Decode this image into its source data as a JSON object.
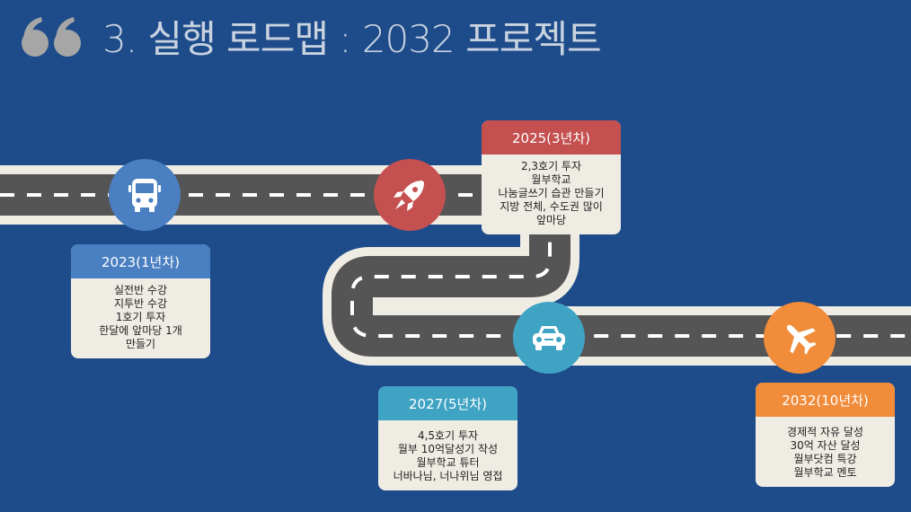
{
  "slide": {
    "title": "3. 실행 로드맵 : 2032 프로젝트",
    "quote_icon": "double-quote-icon"
  },
  "colors": {
    "background": "#1e4c8b",
    "road_border": "#efece4",
    "road": "#555555",
    "lane_mark": "#ffffff"
  },
  "milestones": [
    {
      "icon": "bus-icon",
      "color": "#4a7fc1"
    },
    {
      "icon": "rocket-icon",
      "color": "#c45050"
    },
    {
      "icon": "car-icon",
      "color": "#3fa4c4"
    },
    {
      "icon": "airplane-icon",
      "color": "#f08c3a"
    }
  ],
  "cards": [
    {
      "title": "2023(1년차)",
      "color": "#4a7fc1",
      "lines": [
        "실전반 수강",
        "지투반 수강",
        "1호기 투자",
        "한달에 앞마당 1개",
        "만들기"
      ]
    },
    {
      "title": "2025(3년차)",
      "color": "#c45050",
      "lines": [
        "2,3호기 투자",
        "월부학교",
        "나눔글쓰기 습관 만들기",
        "지방 전체, 수도권 많이",
        "앞마당"
      ]
    },
    {
      "title": "2027(5년차)",
      "color": "#3fa4c4",
      "lines": [
        "4,5호기 투자",
        "월부 10억달성기 작성",
        "월부학교 튜터",
        "너바나님, 너나위님 영접"
      ]
    },
    {
      "title": "2032(10년차)",
      "color": "#f08c3a",
      "lines": [
        "경제적 자유 달성",
        "30억 자산 달성",
        "월부닷컴 특강",
        "월부학교 멘토"
      ]
    }
  ]
}
